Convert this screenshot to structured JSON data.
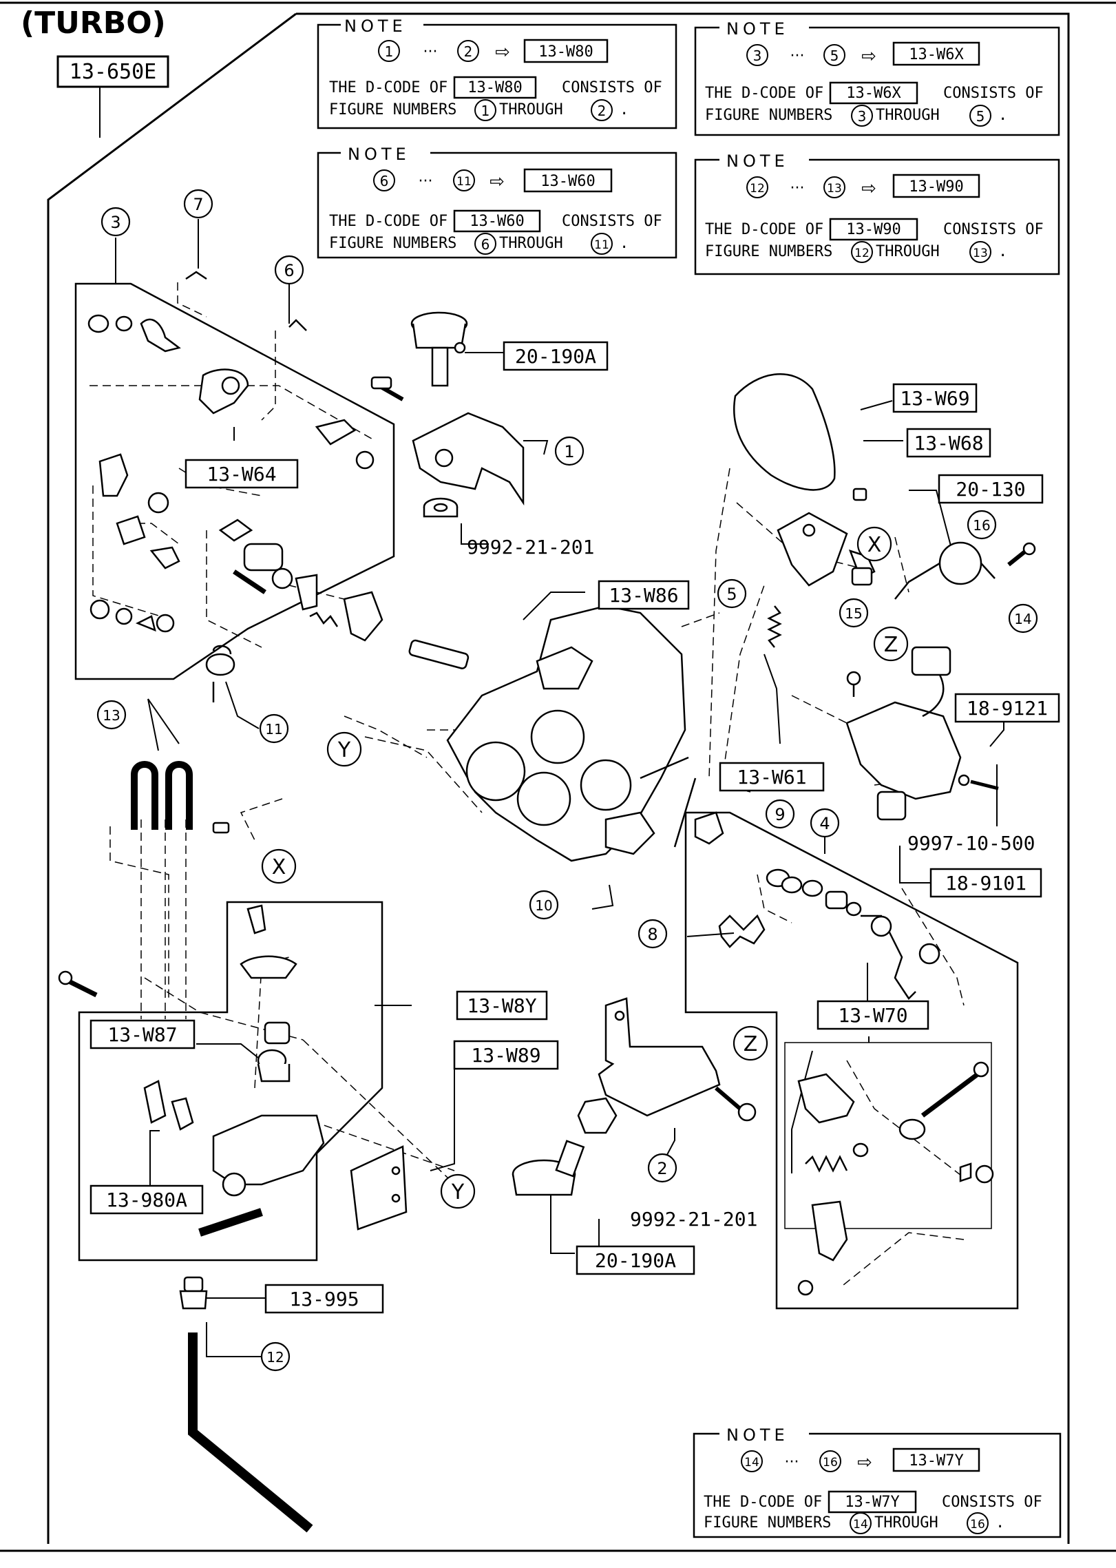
{
  "header": {
    "title": "(TURBO)",
    "group_code": "13-650E"
  },
  "notes": [
    {
      "heading": "NOTE",
      "range_from": "1",
      "range_to": "2",
      "code": "13-W80",
      "line1_a": "THE D-CODE OF",
      "line1_b": "CONSISTS OF",
      "line2_a": "FIGURE NUMBERS",
      "line2_b": "THROUGH",
      "line2_end": "."
    },
    {
      "heading": "NOTE",
      "range_from": "3",
      "range_to": "5",
      "code": "13-W6X",
      "line1_a": "THE D-CODE OF",
      "line1_b": "CONSISTS OF",
      "line2_a": "FIGURE NUMBERS",
      "line2_b": "THROUGH",
      "line2_end": "."
    },
    {
      "heading": "NOTE",
      "range_from": "6",
      "range_to": "11",
      "code": "13-W60",
      "line1_a": "THE D-CODE OF",
      "line1_b": "CONSISTS OF",
      "line2_a": "FIGURE NUMBERS",
      "line2_b": "THROUGH",
      "line2_end": "."
    },
    {
      "heading": "NOTE",
      "range_from": "12",
      "range_to": "13",
      "code": "13-W90",
      "line1_a": "THE D-CODE OF",
      "line1_b": "CONSISTS OF",
      "line2_a": "FIGURE NUMBERS",
      "line2_b": "THROUGH",
      "line2_end": "."
    },
    {
      "heading": "NOTE",
      "range_from": "14",
      "range_to": "16",
      "code": "13-W7Y",
      "line1_a": "THE D-CODE OF",
      "line1_b": "CONSISTS OF",
      "line2_a": "FIGURE NUMBERS",
      "line2_b": "THROUGH",
      "line2_end": "."
    }
  ],
  "part_codes": {
    "p20_190A_top": "20-190A",
    "p13_W69": "13-W69",
    "p13_W68": "13-W68",
    "p20_130": "20-130",
    "p13_W64": "13-W64",
    "p9992_top": "9992-21-201",
    "p13_W86": "13-W86",
    "p18_9121": "18-9121",
    "p13_W61": "13-W61",
    "p9997": "9997-10-500",
    "p18_9101": "18-9101",
    "p13_W70": "13-W70",
    "p13_W8Y": "13-W8Y",
    "p13_W87": "13-W87",
    "p13_W89": "13-W89",
    "p13_980A": "13-980A",
    "p9992_bot": "9992-21-201",
    "p20_190A_bot": "20-190A",
    "p13_995": "13-995"
  },
  "figure_numbers": {
    "n1": "1",
    "n2": "2",
    "n3": "3",
    "n4": "4",
    "n5": "5",
    "n6": "6",
    "n7": "7",
    "n8": "8",
    "n9": "9",
    "n10": "10",
    "n11": "11",
    "n12": "12",
    "n13": "13",
    "n14": "14",
    "n15": "15",
    "n16": "16"
  },
  "connectors": {
    "x": "X",
    "y": "Y",
    "z": "Z"
  }
}
